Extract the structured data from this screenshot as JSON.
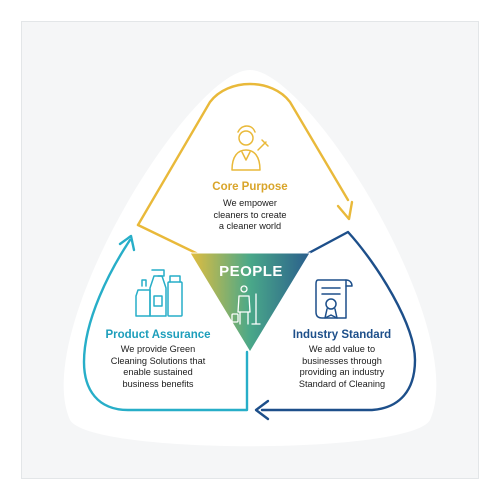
{
  "center": {
    "label": "PEOPLE"
  },
  "sections": {
    "core": {
      "title": "Core Purpose",
      "lines": [
        "We empower",
        "cleaners to create",
        "a cleaner world"
      ],
      "icon": "cleaner-person-icon"
    },
    "product": {
      "title": "Product Assurance",
      "lines": [
        "We provide Green",
        "Cleaning Solutions that",
        "enable sustained",
        "business benefits"
      ],
      "icon": "cleaning-bottles-icon"
    },
    "industry": {
      "title": "Industry Standard",
      "lines": [
        "We add value to",
        "businesses through",
        "providing an industry",
        "Standard of Cleaning"
      ],
      "icon": "certificate-icon"
    }
  },
  "colors": {
    "yellow": "#e9b93a",
    "teal": "#27aec8",
    "navy": "#1d4f8a",
    "titleYellow": "#d9a52a",
    "titleTeal": "#1d9ebb",
    "titleNavy": "#1d4f8a"
  }
}
